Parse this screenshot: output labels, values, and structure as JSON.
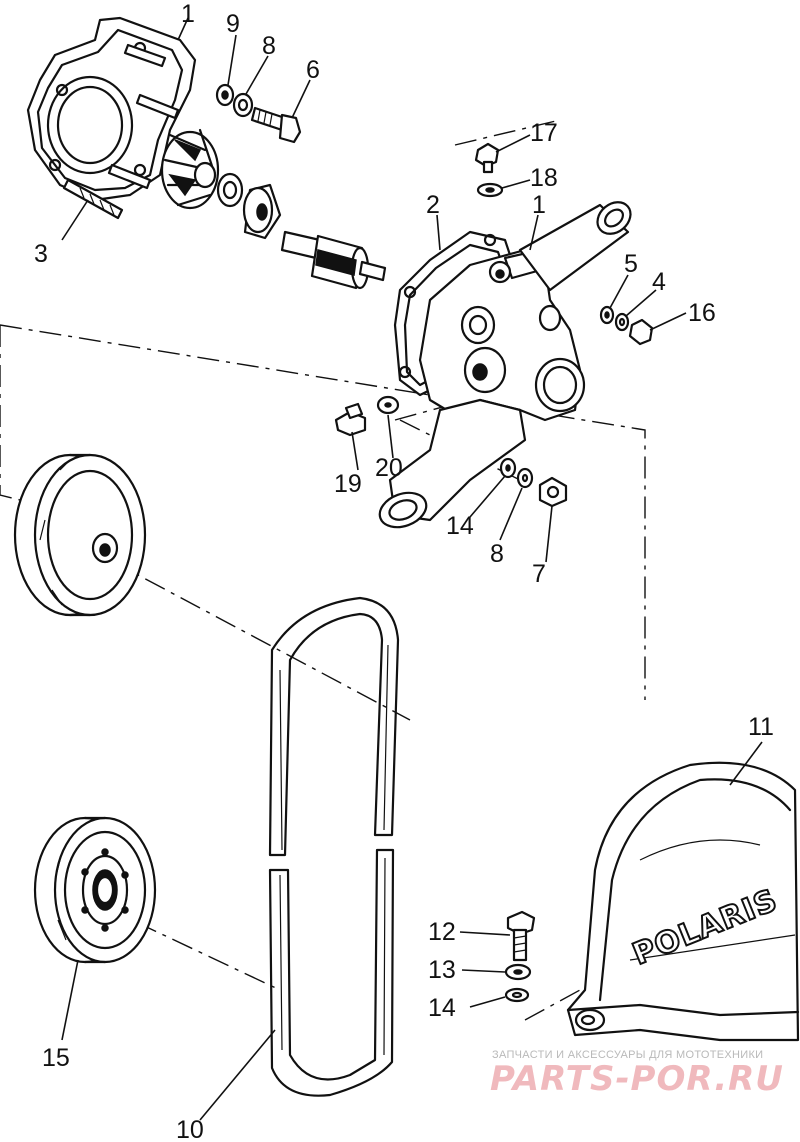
{
  "callouts": {
    "c1a": "1",
    "c9": "9",
    "c8a": "8",
    "c6": "6",
    "c3": "3",
    "c17": "17",
    "c18": "18",
    "c2": "2",
    "c1b": "1",
    "c5": "5",
    "c4": "4",
    "c16": "16",
    "c19": "19",
    "c20": "20",
    "c14a": "14",
    "c8b": "8",
    "c7": "7",
    "c11": "11",
    "c12": "12",
    "c13": "13",
    "c14b": "14",
    "c15": "15",
    "c10": "10"
  },
  "logo": {
    "text": "POLARIS"
  },
  "watermark": {
    "caption": "ЗАПЧАСТИ И АКСЕССУАРЫ ДЛЯ МОТОТЕХНИКИ",
    "brand": "PARTS-POR.RU"
  }
}
